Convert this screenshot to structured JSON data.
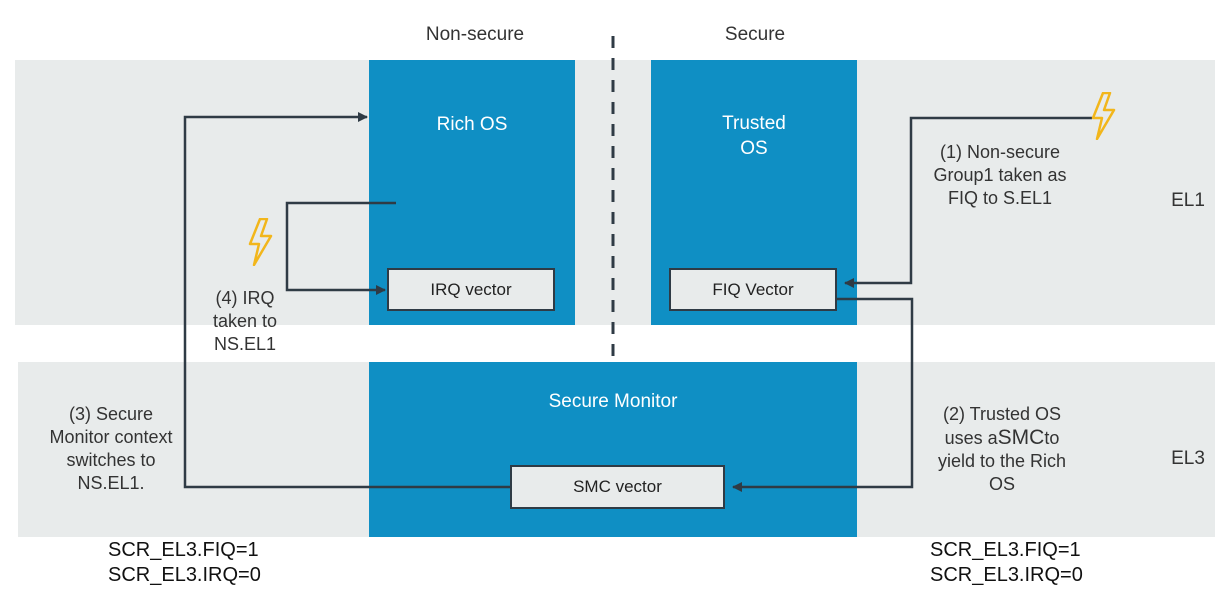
{
  "headers": {
    "non_secure": "Non-secure",
    "secure": "Secure"
  },
  "levels": {
    "el1": "EL1",
    "el3": "EL3"
  },
  "blocks": {
    "rich_os": "Rich OS",
    "trusted_os_line1": "Trusted",
    "trusted_os_line2": "OS",
    "secure_monitor": "Secure Monitor"
  },
  "vectors": {
    "irq": "IRQ vector",
    "fiq": "FIQ Vector",
    "smc": "SMC vector"
  },
  "steps": {
    "step1": [
      "(1) Non-secure",
      "Group1 taken as",
      "FIQ to S.EL1"
    ],
    "step2_line1": "(2) Trusted OS",
    "step2_line2_pre": "uses a",
    "step2_line2_smc": "SMC",
    "step2_line2_post": "to",
    "step2_line3": "yield to the Rich",
    "step2_line4": "OS",
    "step3": [
      "(3) Secure",
      "Monitor context",
      "switches to",
      "NS.EL1."
    ],
    "step4": [
      "(4) IRQ",
      "taken to",
      "NS.EL1"
    ]
  },
  "registers": {
    "left": [
      "SCR_EL3.FIQ=1",
      "SCR_EL3.IRQ=0"
    ],
    "right": [
      "SCR_EL3.FIQ=1",
      "SCR_EL3.IRQ=0"
    ]
  },
  "colors": {
    "block_blue": "#0f8fc4",
    "band_grey": "#e8ebeb",
    "bolt_yellow": "#f2b61b",
    "line": "#2f3b45"
  },
  "icons": {
    "interrupt": "lightning-bolt-icon"
  }
}
